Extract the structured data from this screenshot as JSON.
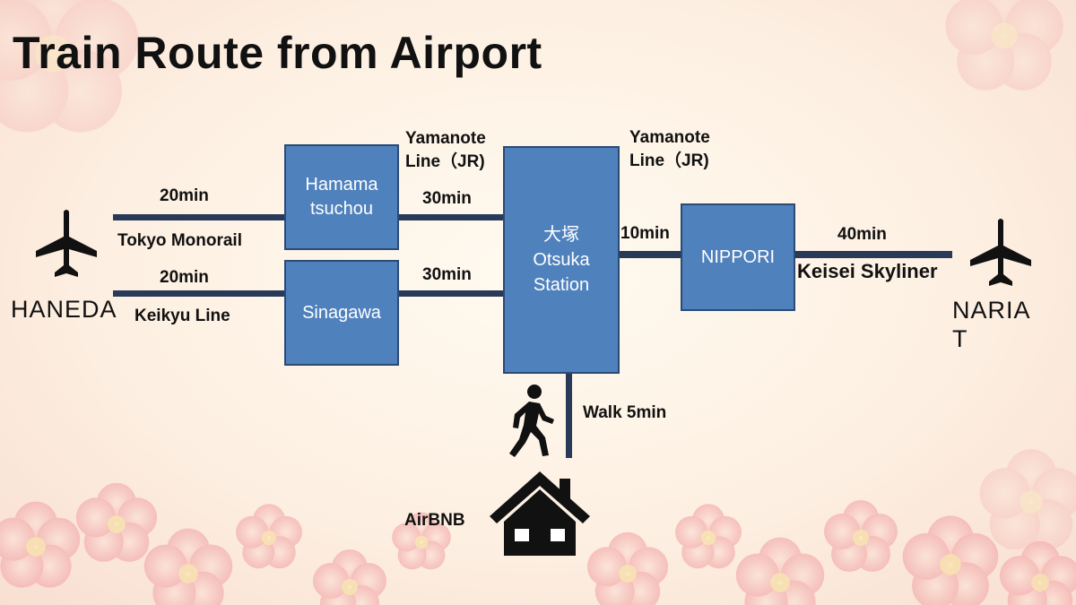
{
  "title": "Train Route from Airport",
  "stations": {
    "hamamatsucho": {
      "line1": "Hamama",
      "line2": "tsuchou"
    },
    "shinagawa": {
      "label": "Sinagawa"
    },
    "otsuka": {
      "line1": "大塚",
      "line2": "Otsuka",
      "line3": "Station"
    },
    "nippori": {
      "label": "NIPPORI"
    }
  },
  "airports": {
    "haneda": "HANEDA",
    "narita_line1": "NARIA",
    "narita_line2": "T"
  },
  "routes": {
    "monorail_time": "20min",
    "monorail_name": "Tokyo Monorail",
    "keikyu_time": "20min",
    "keikyu_name": "Keikyu Line",
    "yamanote_left_line1": "Yamanote",
    "yamanote_left_line2": "Line（JR)",
    "hamamatsucho_time": "30min",
    "shinagawa_time": "30min",
    "yamanote_right_line1": "Yamanote",
    "yamanote_right_line2": "Line（JR)",
    "nippori_time": "10min",
    "skyliner_time": "40min",
    "skyliner_name": "Keisei Skyliner",
    "walk": "Walk 5min"
  },
  "destination": "AirBNB",
  "icons": [
    "airplane-icon",
    "airplane-icon",
    "walking-person-icon",
    "house-icon"
  ],
  "colors": {
    "box_fill": "#4f81bd",
    "box_border": "#2b4a75",
    "line": "#283a58"
  }
}
